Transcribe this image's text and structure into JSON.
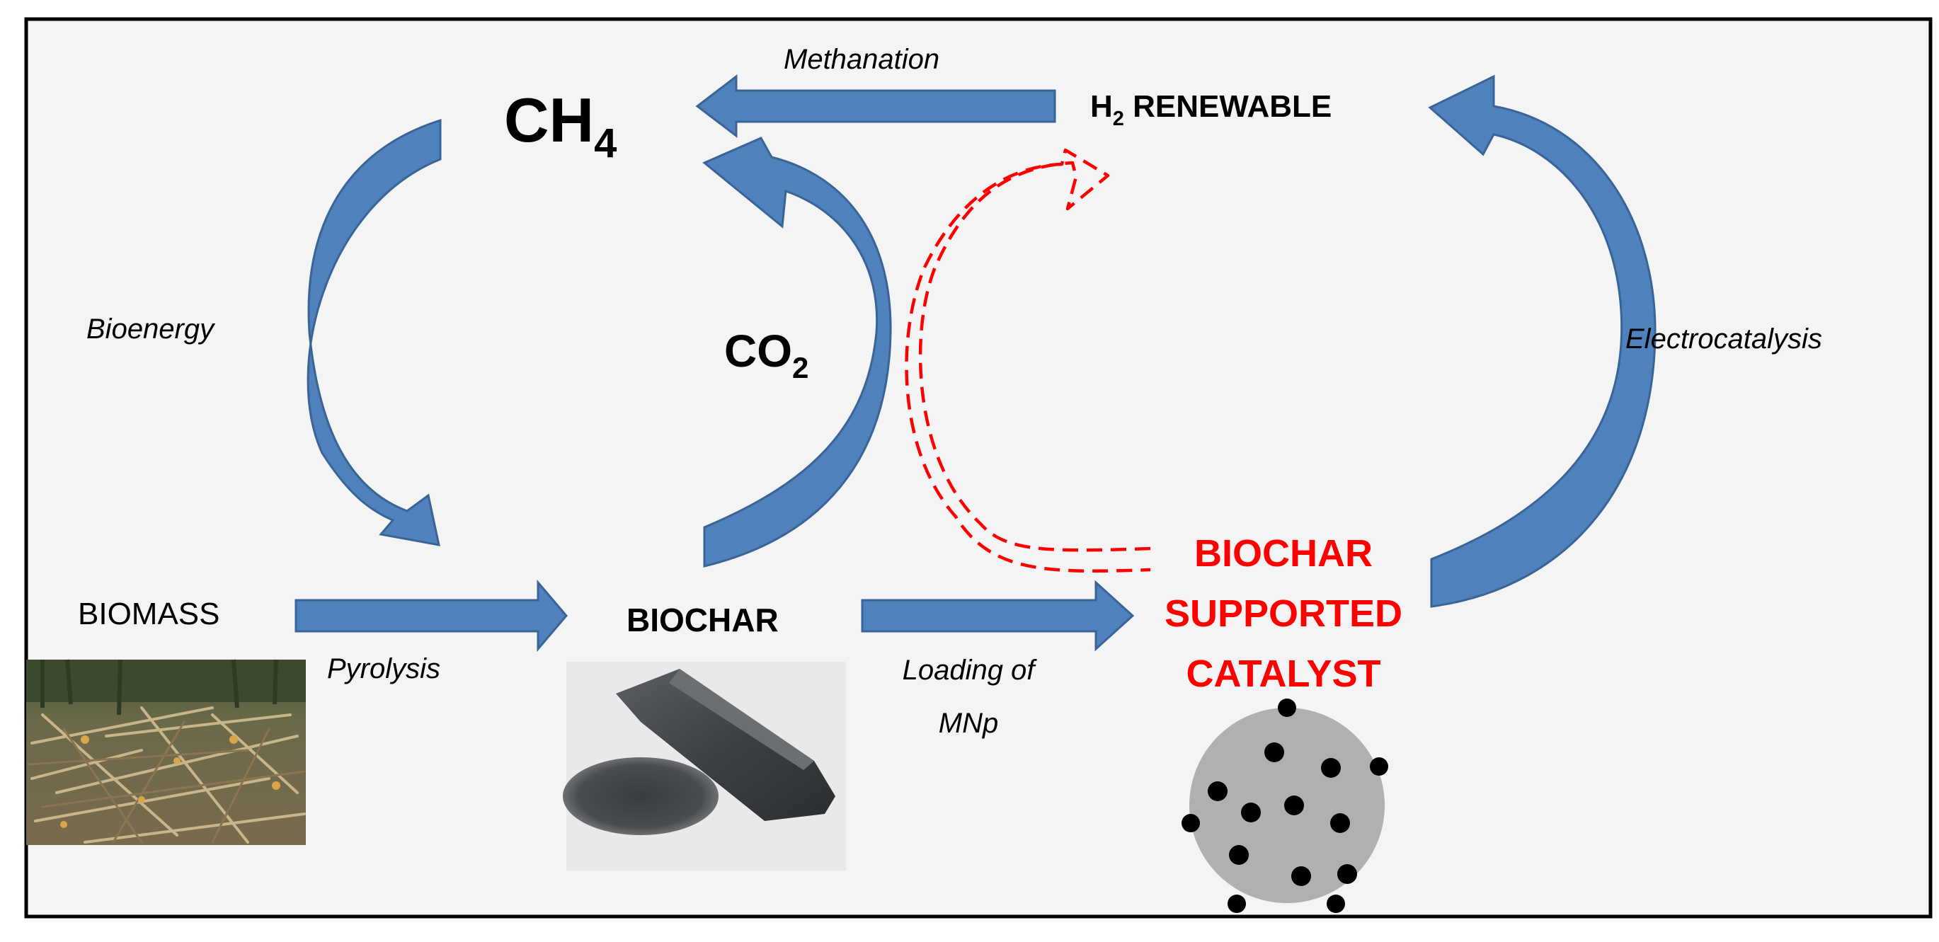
{
  "colors": {
    "panel_background": "#f4f4f4",
    "frame": "#000000",
    "arrow_blue": "#4f81bd",
    "arrow_blue_edge": "#3a6496",
    "highlight_red": "#ff0000",
    "particle_gray": "#b0b0b0",
    "nanoparticle": "#000000"
  },
  "nodes": {
    "ch4": {
      "main": "CH",
      "sub": "4"
    },
    "h2_renewable": {
      "main": "H",
      "sub": "2",
      "rest": " RENEWABLE"
    },
    "co2": {
      "main": "CO",
      "sub": "2"
    },
    "biomass": "BIOMASS",
    "biochar": "BIOCHAR",
    "catalyst": [
      "BIOCHAR",
      "SUPPORTED",
      "CATALYST"
    ]
  },
  "processes": {
    "methanation": "Methanation",
    "bioenergy": "Bioenergy",
    "electrocatalysis": "Electrocatalysis",
    "pyrolysis": "Pyrolysis",
    "loading": [
      "Loading of",
      "MNp"
    ]
  },
  "images": {
    "biomass_photo": "biomass-pile-photo",
    "biochar_photo": "biochar-block-and-powder-photo",
    "catalyst_particle": "catalyst-particle-with-metal-nanoparticles"
  }
}
